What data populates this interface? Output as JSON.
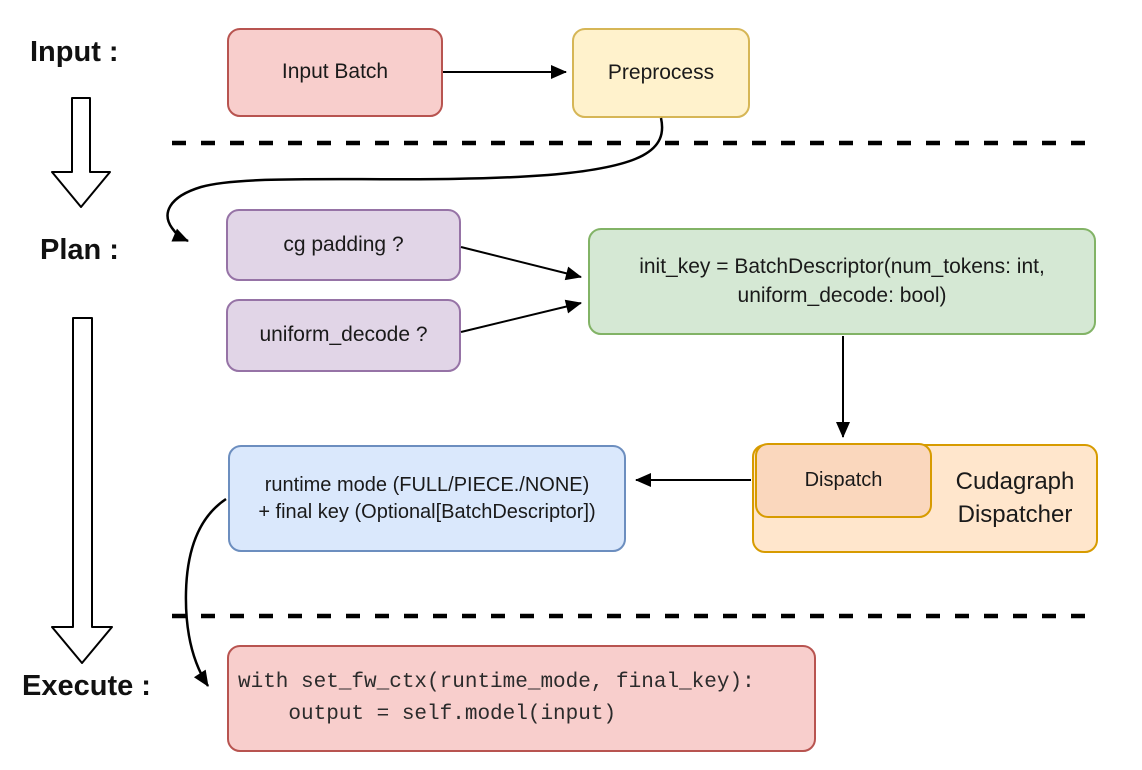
{
  "palette": {
    "pink_fill": "#F8CECC",
    "pink_stroke": "#B85450",
    "yellow_fill": "#FFF2CC",
    "yellow_stroke": "#D6B656",
    "purple_fill": "#E1D5E7",
    "purple_stroke": "#9673A6",
    "green_fill": "#D5E8D4",
    "green_stroke": "#82B366",
    "orange_fill": "#FFE6CC",
    "orange_inner_fill": "#FAD7BD",
    "orange_stroke": "#D79B00",
    "blue_fill": "#DAE8FC",
    "blue_stroke": "#6C8EBF",
    "connector": "#000000"
  },
  "stages": {
    "input": "Input :",
    "plan": "Plan :",
    "execute": "Execute :"
  },
  "nodes": {
    "input_batch": "Input Batch",
    "preprocess": "Preprocess",
    "cg_padding": "cg padding ?",
    "uniform_decode": "uniform_decode ?",
    "init_key": {
      "line1": "init_key = BatchDescriptor(num_tokens: int,",
      "line2": "uniform_decode: bool)"
    },
    "dispatch": "Dispatch",
    "dispatcher": {
      "line1": "Cudagraph",
      "line2": "Dispatcher"
    },
    "runtime": {
      "line1": "runtime mode (FULL/PIECE./NONE)",
      "line2": "+ final key (Optional[BatchDescriptor])"
    },
    "code": {
      "line1": "with set_fw_ctx(runtime_mode, final_key):",
      "line2": "    output = self.model(input)"
    }
  }
}
